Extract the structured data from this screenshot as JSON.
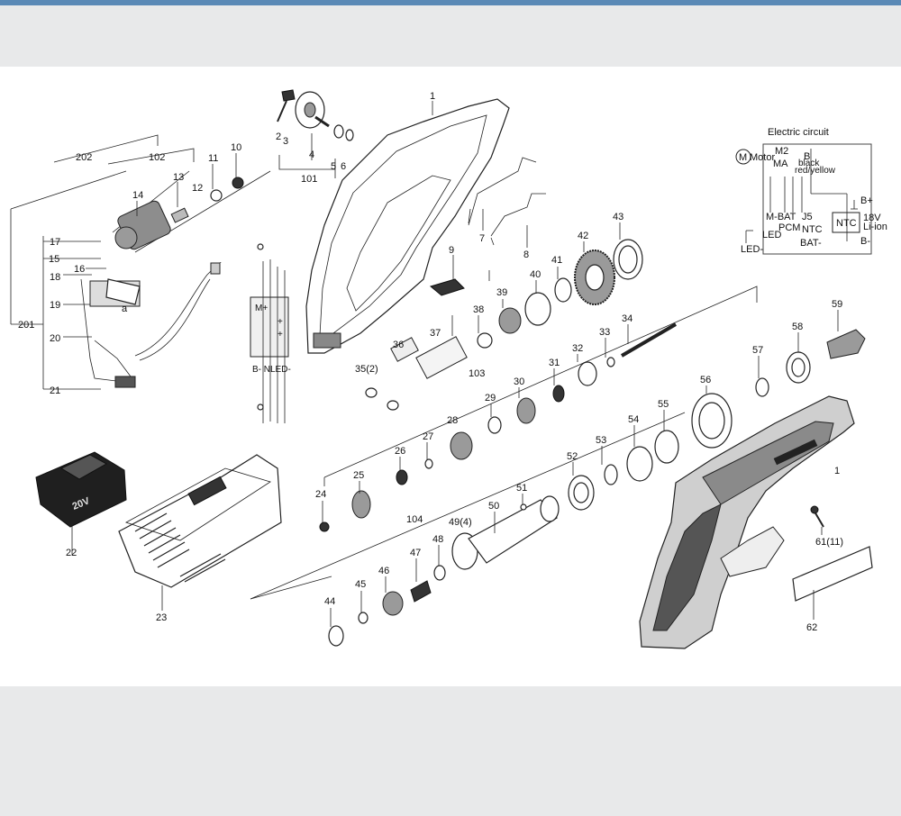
{
  "circuit": {
    "title": "Electric circuit",
    "motor_label": "Motor",
    "m_label": "M",
    "m2": "M2",
    "ma": "MA",
    "b": "B",
    "black": "black",
    "red_yellow": "red/yellow",
    "m_bat": "M-BAT",
    "j5": "J5",
    "pcm": "PCM",
    "ntc_box": "NTC",
    "ntc": "NTC",
    "led": "LED",
    "led_minus": "LED-",
    "bat_minus": "BAT-",
    "b_plus": "B+",
    "b_minus": "B-",
    "voltage": "18V",
    "li_ion": "Li-ion"
  },
  "pcb": {
    "m_label": "M+",
    "bottom_label": "B- NLED-",
    "plus1": "+",
    "plus2": "+"
  },
  "callouts": {
    "c1": "1",
    "c1b": "1",
    "c2": "2",
    "c3": "3",
    "c4": "4",
    "c5": "5",
    "c6": "6",
    "c7": "7",
    "c8": "8",
    "c9": "9",
    "c10": "10",
    "c11": "11",
    "c12": "12",
    "c13": "13",
    "c14": "14",
    "c15": "15",
    "c16": "16",
    "c17": "17",
    "c18": "18",
    "c19": "19",
    "c20": "20",
    "c21": "21",
    "c22": "22",
    "c23": "23",
    "c24": "24",
    "c25": "25",
    "c26": "26",
    "c27": "27",
    "c28": "28",
    "c29": "29",
    "c30": "30",
    "c31": "31",
    "c32": "32",
    "c33": "33",
    "c34": "34",
    "c35": "35(2)",
    "c36": "36",
    "c37": "37",
    "c38": "38",
    "c39": "39",
    "c40": "40",
    "c41": "41",
    "c42": "42",
    "c43": "43",
    "c44": "44",
    "c45": "45",
    "c46": "46",
    "c47": "47",
    "c48": "48",
    "c49": "49(4)",
    "c50": "50",
    "c51": "51",
    "c52": "52",
    "c53": "53",
    "c54": "54",
    "c55": "55",
    "c56": "56",
    "c57": "57",
    "c58": "58",
    "c59": "59",
    "c61": "61(11)",
    "c62": "62",
    "c101": "101",
    "c102": "102",
    "c103": "103",
    "c104": "104",
    "c201": "201",
    "c202": "202",
    "ca": "a"
  },
  "battery": {
    "voltage_label": "20V"
  }
}
